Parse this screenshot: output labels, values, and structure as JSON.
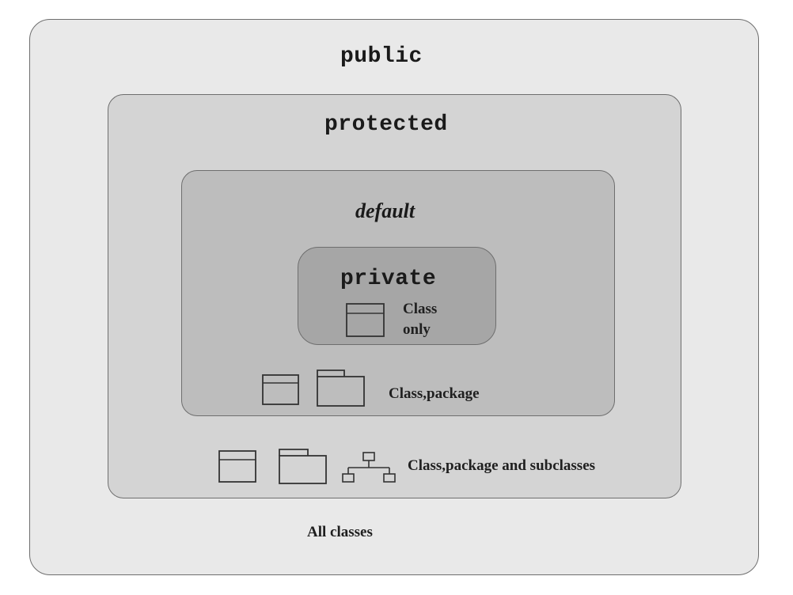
{
  "scopes": {
    "public": {
      "label": "public",
      "description": "All classes"
    },
    "protected": {
      "label": "protected",
      "description": "Class,package and subclasses"
    },
    "default": {
      "label": "default",
      "description": "Class,package"
    },
    "private": {
      "label": "private",
      "description": "Class only"
    }
  },
  "icons": [
    "class-icon",
    "package-icon",
    "hierarchy-icon"
  ],
  "colors": {
    "public_fill": "#e9e9e9",
    "protected_fill": "#d4d4d4",
    "default_fill": "#bdbdbd",
    "private_fill": "#a6a6a6",
    "border": "#6e6e6e"
  }
}
